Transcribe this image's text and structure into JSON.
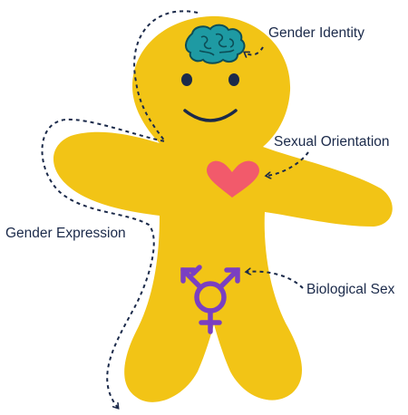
{
  "labels": {
    "gender_identity": "Gender Identity",
    "sexual_orientation": "Sexual Orientation",
    "gender_expression": "Gender Expression",
    "biological_sex": "Biological Sex"
  },
  "colors": {
    "body": "#f2c416",
    "brain_fill": "#1e9aa3",
    "brain_outline": "#0c4e57",
    "heart": "#f25a6b",
    "symbol": "#7a3fc2",
    "face": "#1b2a4a",
    "dashed_line": "#1b2a4a",
    "label_text": "#1b2a4a"
  },
  "icons": {
    "brain": "brain-icon",
    "heart": "heart-icon",
    "transgender_symbol": "transgender-symbol-icon"
  }
}
